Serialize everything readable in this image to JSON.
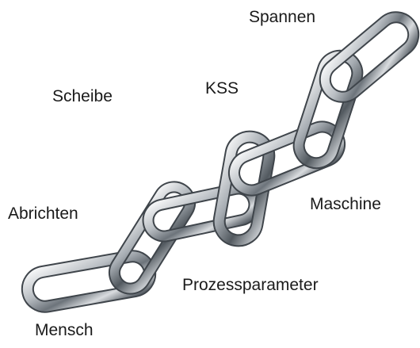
{
  "labels": {
    "spannen": "Spannen",
    "scheibe": "Scheibe",
    "kss": "KSS",
    "abrichten": "Abrichten",
    "maschine": "Maschine",
    "prozessparameter": "Prozessparameter",
    "mensch": "Mensch"
  },
  "colors": {
    "chain_dark": "#4a5058",
    "chain_mid": "#9aa1a8",
    "chain_light": "#e6e8ea",
    "text": "#1a1a1a"
  }
}
